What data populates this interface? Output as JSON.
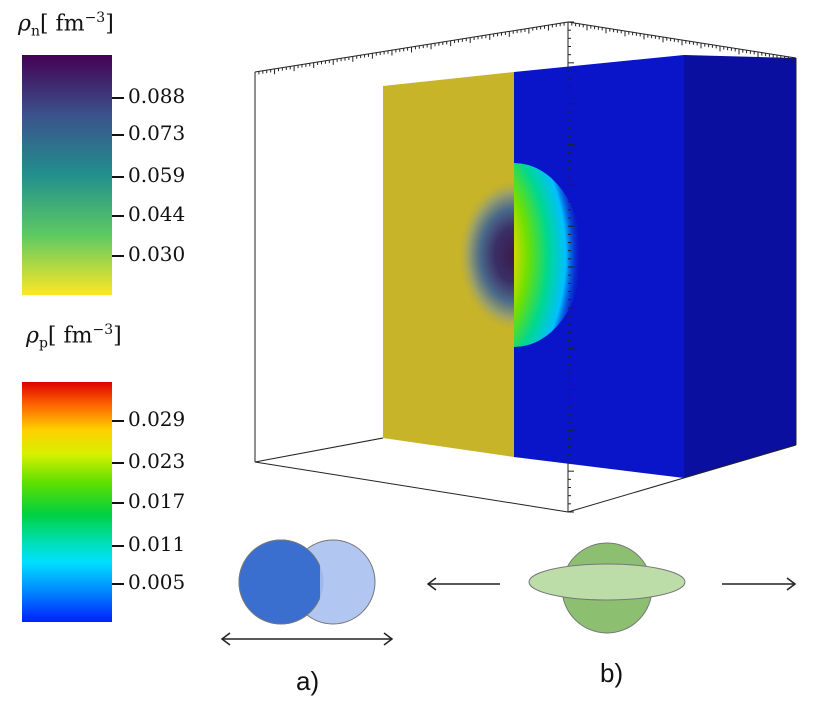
{
  "neutron_colorbar": {
    "symbol": "ρ",
    "subscript": "n",
    "unit": "fm",
    "exponent": "−3",
    "ticks": [
      "0.088",
      "0.073",
      "0.059",
      "0.044",
      "0.030"
    ]
  },
  "proton_colorbar": {
    "symbol": "ρ",
    "subscript": "p",
    "unit": "fm",
    "exponent": "−3",
    "ticks": [
      "0.029",
      "0.023",
      "0.017",
      "0.011",
      "0.005"
    ]
  },
  "schematics": {
    "label_a": "a)",
    "label_b": "b)"
  },
  "colors": {
    "neutron_slab": "#c8b428",
    "proton_slab": "#0a14c8",
    "proton_slab_side": "#0a0fa0",
    "circle_dark": "#3a6fd0",
    "circle_light": "#a9c0f0",
    "green_dark": "#8cc070",
    "green_light": "#bcdca8"
  }
}
